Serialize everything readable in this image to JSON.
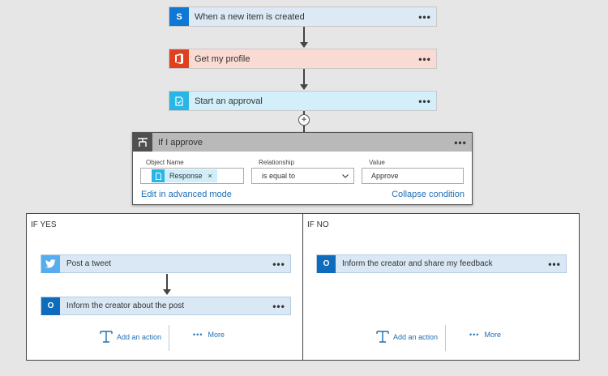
{
  "steps": [
    {
      "label": "When a new item is created",
      "icon": "sharepoint-icon",
      "icon_color": "#0f78d4",
      "bg": "#dde9f5"
    },
    {
      "label": "Get my profile",
      "icon": "office-icon",
      "icon_color": "#e0401d",
      "bg": "#fadbd3"
    },
    {
      "label": "Start an approval",
      "icon": "approval-icon",
      "icon_color": "#29b5e6",
      "bg": "#d3f0fa"
    }
  ],
  "condition": {
    "title": "If I approve",
    "object_name_label": "Object Name",
    "relationship_label": "Relationship",
    "value_label": "Value",
    "object_token": "Response",
    "relationship": "is equal to",
    "value": "Approve",
    "advanced_link": "Edit in advanced mode",
    "collapse_link": "Collapse condition"
  },
  "if_yes": {
    "title": "IF YES",
    "steps": [
      {
        "label": "Post a tweet",
        "icon": "twitter-icon",
        "icon_color": "#55acee"
      },
      {
        "label": "Inform the creator about the post",
        "icon": "outlook-icon",
        "icon_color": "#0f6cbd"
      }
    ],
    "add_action": "Add an action",
    "more": "More"
  },
  "if_no": {
    "title": "IF NO",
    "steps": [
      {
        "label": "Inform the creator and share my feedback",
        "icon": "outlook-icon",
        "icon_color": "#0f6cbd"
      }
    ],
    "add_action": "Add an action",
    "more": "More"
  },
  "more_glyph": "•••"
}
